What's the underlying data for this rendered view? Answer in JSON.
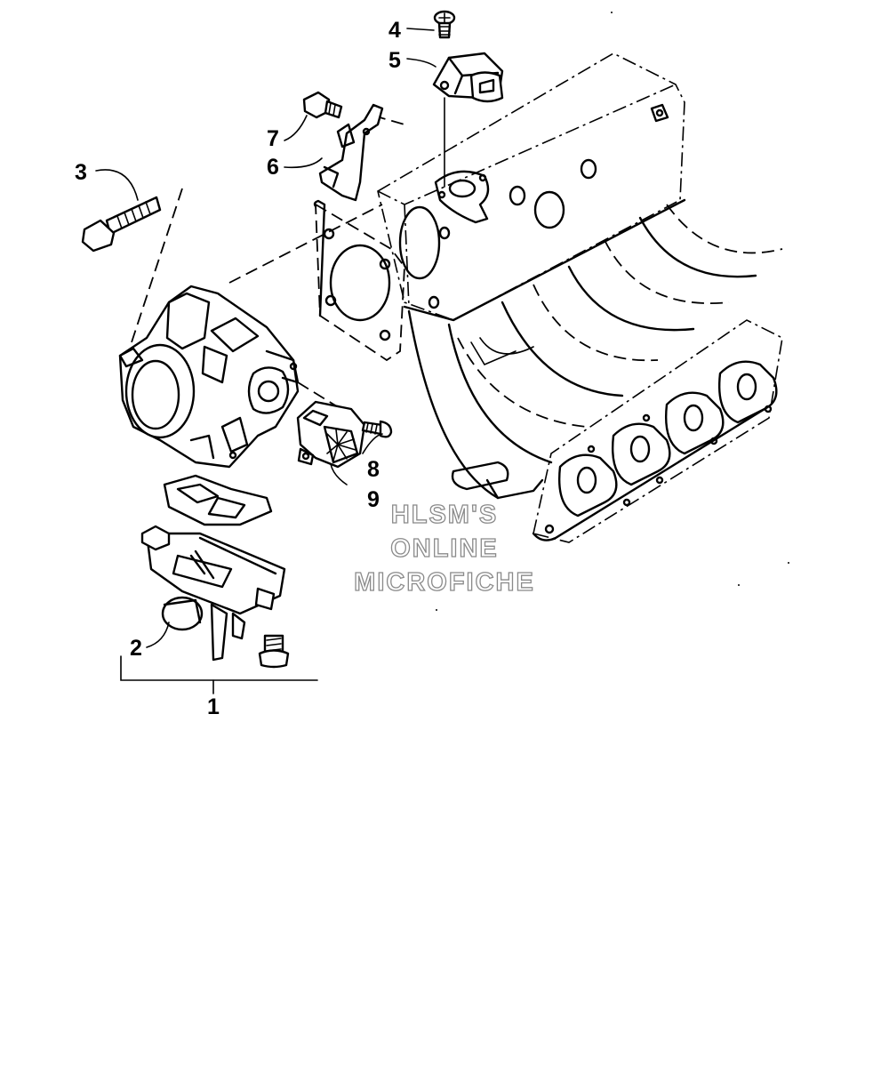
{
  "watermark": {
    "lines": [
      "HLSM'S",
      "ONLINE",
      "MICROFICHE"
    ]
  },
  "callouts": [
    "1",
    "2",
    "3",
    "4",
    "5",
    "6",
    "7",
    "8",
    "9"
  ],
  "colors": {
    "ink": "#000000",
    "background": "#ffffff",
    "watermark_stroke": "#8a8a8a"
  }
}
